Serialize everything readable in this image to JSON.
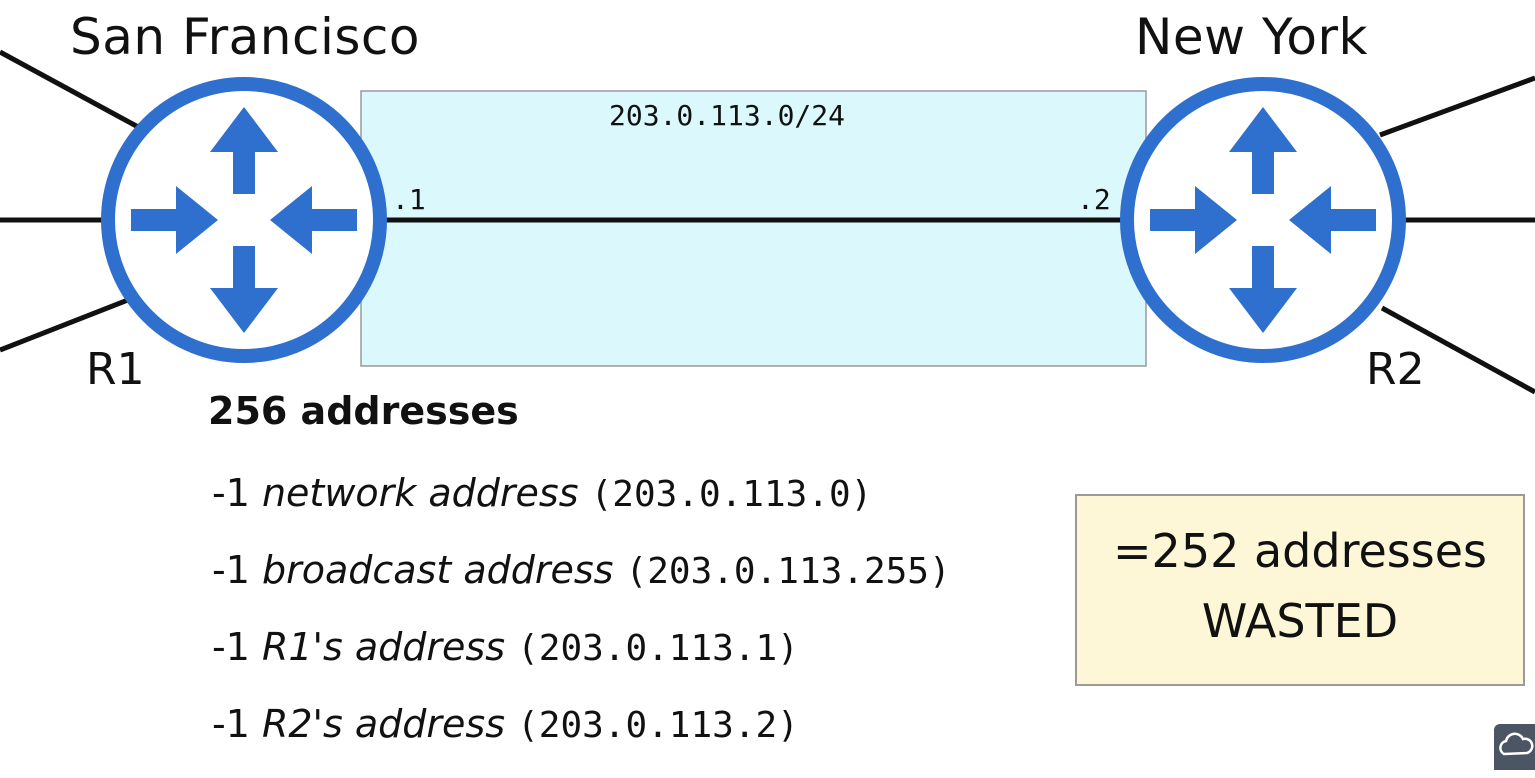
{
  "sites": {
    "left": "San Francisco",
    "right": "New York"
  },
  "routers": {
    "r1": {
      "label": "R1",
      "interface_label": ".1",
      "icon": "router-icon"
    },
    "r2": {
      "label": "R2",
      "interface_label": ".2",
      "icon": "router-icon"
    }
  },
  "link": {
    "subnet": "203.0.113.0/24"
  },
  "breakdown": {
    "total": "256 addresses",
    "items": [
      {
        "prefix": "-1 ",
        "desc": "network address",
        "addr": "(203.0.113.0)"
      },
      {
        "prefix": "-1 ",
        "desc": "broadcast address",
        "addr": "(203.0.113.255)"
      },
      {
        "prefix": "-1 ",
        "desc": "R1's address",
        "addr": "(203.0.113.1)"
      },
      {
        "prefix": "-1 ",
        "desc": "R2's address",
        "addr": "(203.0.113.2)"
      }
    ]
  },
  "result": {
    "line1": "=252 addresses",
    "line2": "WASTED"
  },
  "colors": {
    "router_blue": "#2f6fce",
    "subnet_fill": "#dbf8fc",
    "result_fill": "#fdf6d7"
  },
  "corner_logo_icon": "cloud-icon"
}
